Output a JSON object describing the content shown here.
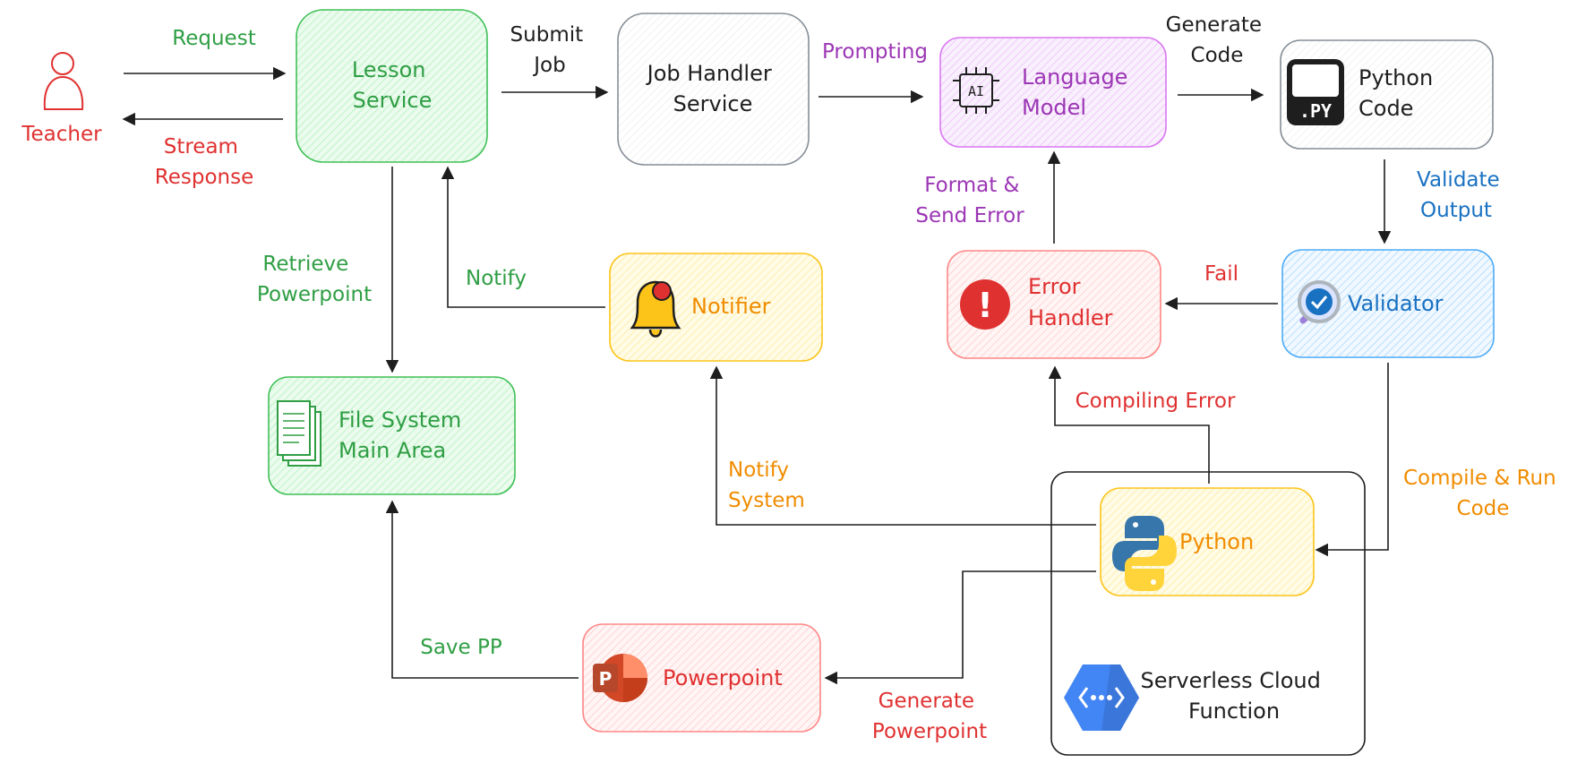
{
  "colors": {
    "green": "#2f9e44",
    "green_fill": "#ebfbee",
    "green_stroke": "#40c057",
    "red": "#e03131",
    "red_fill": "#fff5f5",
    "red_stroke": "#ff8787",
    "purple": "#9c36b5",
    "purple_fill": "#f8f0fc",
    "purple_stroke": "#da77f2",
    "orange": "#f08c00",
    "orange_fill": "#fff9db",
    "orange_stroke": "#fcc419",
    "blue": "#1971c2",
    "blue_fill": "#e7f5ff",
    "blue_stroke": "#4dabf7",
    "gray_fill": "#f8f9fa",
    "ink": "#1e1e1e"
  },
  "actor": {
    "label": "Teacher",
    "icon": "person-icon"
  },
  "nodes": {
    "lesson_service": {
      "line1": "Lesson",
      "line2": "Service"
    },
    "job_handler": {
      "line1": "Job Handler",
      "line2": "Service"
    },
    "language_model": {
      "line1": "Language",
      "line2": "Model",
      "icon": "ai-chip-icon",
      "icon_text": "AI"
    },
    "python_code": {
      "line1": "Python",
      "line2": "Code",
      "icon": "py-file-icon",
      "icon_text": ".PY"
    },
    "validator": {
      "label": "Validator",
      "icon": "magnifier-check-icon"
    },
    "error_handler": {
      "line1": "Error",
      "line2": "Handler",
      "icon": "exclamation-icon",
      "icon_text": "!"
    },
    "notifier": {
      "label": "Notifier",
      "icon": "bell-icon"
    },
    "file_system": {
      "line1": "File System",
      "line2": "Main Area",
      "icon": "documents-icon"
    },
    "python": {
      "label": "Python",
      "icon": "python-logo-icon"
    },
    "powerpoint": {
      "label": "Powerpoint",
      "icon": "powerpoint-logo-icon",
      "icon_text": "P"
    },
    "cloud_function": {
      "line1": "Serverless Cloud",
      "line2": "Function",
      "icon": "cloud-functions-icon"
    }
  },
  "edges": {
    "request": "Request",
    "stream_response": {
      "line1": "Stream",
      "line2": "Response"
    },
    "submit_job": {
      "line1": "Submit",
      "line2": "Job"
    },
    "prompting": "Prompting",
    "generate_code": {
      "line1": "Generate",
      "line2": "Code"
    },
    "validate_output": {
      "line1": "Validate",
      "line2": "Output"
    },
    "fail": "Fail",
    "format_send_error": {
      "line1": "Format &",
      "line2": "Send Error"
    },
    "compiling_error": "Compiling Error",
    "compile_run_code": {
      "line1": "Compile & Run",
      "line2": "Code"
    },
    "notify_system": {
      "line1": "Notify",
      "line2": "System"
    },
    "notify": "Notify",
    "retrieve_powerpoint": {
      "line1": "Retrieve",
      "line2": "Powerpoint"
    },
    "generate_powerpoint": {
      "line1": "Generate",
      "line2": "Powerpoint"
    },
    "save_pp": "Save PP"
  }
}
